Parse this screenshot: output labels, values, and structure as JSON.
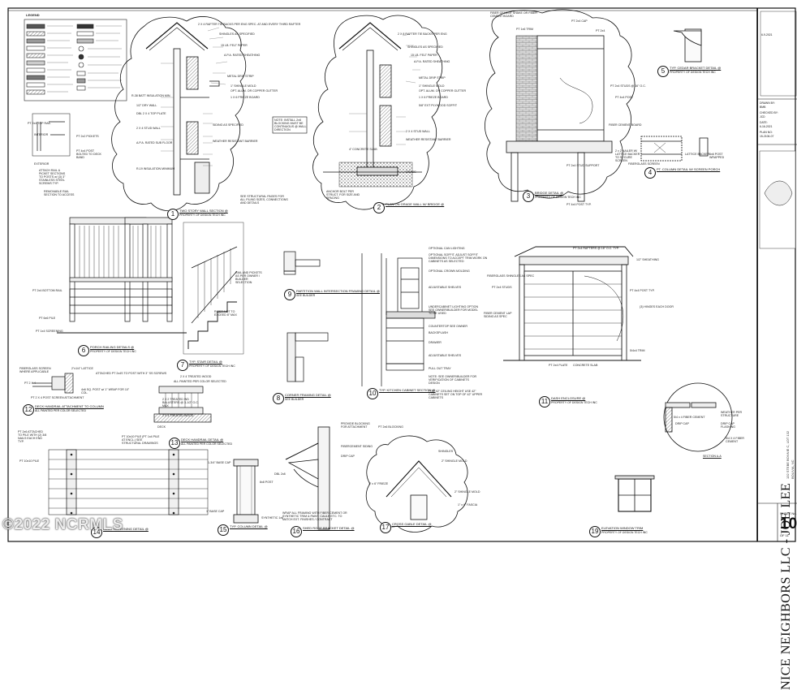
{
  "sheet": {
    "project_title": "NICE NEIGHBORS LLC - JOE LEE",
    "project_address_1": "132 STEBE BONNIE C, LOT 132",
    "project_address_2": "BOLIVIA, NC",
    "drawn_by_label": "DRAWN BY:",
    "drawn_by": "BMB",
    "checked_by_label": "CHECKED BY:",
    "checked_by": "JCD",
    "date_label": "DATE:",
    "date": "6-16-2021",
    "plan_no_label": "PLAN NO:",
    "plan_no": "15-2106-07",
    "rev_date": "6-9-2021",
    "sheet_no_label": "SHEET No.",
    "sheet_no": "10",
    "sheet_of": "OF 11",
    "watermark": "©2022 NCRMLS"
  },
  "details": [
    {
      "num": "1",
      "title": "TWO STORY WALL SECTION @",
      "sub": "PROPERTY OF DESIGN TECH INC"
    },
    {
      "num": "2",
      "title": "PLAN ON GRADE WALL W/ BRIDGE @",
      "sub": ""
    },
    {
      "num": "3",
      "title": "BRIDGE DETAIL @",
      "sub": "PROPERTY OF DESIGN TECH INC"
    },
    {
      "num": "4",
      "title": "PT. COLUMN DETAIL W/ SCREEN PORCH",
      "sub": ""
    },
    {
      "num": "5",
      "title": "TYP. CEDAR BRACKET DETAIL @",
      "sub": "PROPERTY OF DESIGN TECH INC"
    },
    {
      "num": "6",
      "title": "PORCH RAILING DETAILS @",
      "sub": "PROPERTY OF DESIGN TECH INC"
    },
    {
      "num": "7",
      "title": "TYP. STAIR DETAIL @",
      "sub": "PROPERTY OF DESIGN TECH INC"
    },
    {
      "num": "8",
      "title": "CORNER FRAMING DETAIL @",
      "sub": "SEE BUILDER"
    },
    {
      "num": "9",
      "title": "PARTITION WALL INTERSECTION FRAMING DETAIL @",
      "sub": "SEE BUILDER"
    },
    {
      "num": "10",
      "title": "TYP. KITCHEN CABINET SECTION @",
      "sub": ""
    },
    {
      "num": "11",
      "title": "DASH ENCLOSURE @",
      "sub": "PROPERTY OF DESIGN TECH INC"
    },
    {
      "num": "12",
      "title": "DECK HANDRAIL ATTACHMENT TO COLUMN",
      "sub": "ALL PAINTED PER COLOR SELECTED"
    },
    {
      "num": "13",
      "title": "DECK HANDRAIL DETAIL @",
      "sub": "ALL PAINTED PER COLOR SELECTED"
    },
    {
      "num": "14",
      "title": "DECK SCREENING DETAIL @",
      "sub": ""
    },
    {
      "num": "15",
      "title": "TYP. COLUMN DETAIL @",
      "sub": ""
    },
    {
      "num": "16",
      "title": "SHED ROOF BRACKET DETAIL @",
      "sub": ""
    },
    {
      "num": "17",
      "title": "CROSS GABLE DETAIL @",
      "sub": ""
    },
    {
      "num": "19",
      "title": "ELEVATION WINDOW TRIM",
      "sub": "PROPERTY OF DESIGN TECH INC"
    }
  ],
  "notes": {
    "wall1_top": "2 X 4 RAFTER TIE BACKS PER ENG SPEC. AT AND EVERY THIRD RAFTER",
    "wall1_a": "SHINGLES AS SPECIFIED",
    "wall1_b": "15 LB. FELT PAPER",
    "wall1_c": "A.P.A. RATED SHEATHING",
    "wall1_d": "METAL DRIP STRIP",
    "wall1_e": "1\" SHINGLE MOLD",
    "wall1_f": "OPT. ALUM. OR COPPER GUTTER",
    "wall1_g": "1 X 6 FRIEZE BOARD",
    "wall1_h": "1/2\" DRY WALL",
    "wall1_i": "R-38 BATT INSULATION MIN.",
    "wall1_j": "SIDING AS SPECIFIED",
    "wall1_k": "WEATHER RESISTANT BARRIER",
    "wall1_l": "DBL 2 X 4 TOP PLATE",
    "wall1_m": "2 X 4 STUD WALL",
    "wall1_n": "A.P.A. RATED SUB FLOOR",
    "wall1_o": "R-19 INSULATION MINIMUM",
    "struct": "SEE STRUCTURAL PAGES FOR ALL FILING SIZES, CONNECTIONS AND DETAILS",
    "note_box": "NOTE: INSTALL 2x6 BLOCKING MUST BE CONTINUOUS @ WALL DIRECTION",
    "wall2_a": "2 X 8 RAFTER TIE BACKS PER ENG",
    "wall2_b": "SHINGLES AS SPECIFIED",
    "wall2_c": "15 LB. FELT PAPER",
    "wall2_d": "A.P.A. RATED SHEATHING",
    "wall2_e": "METAL DRIP STRIP",
    "wall2_f": "1\" SHINGLE MOLD",
    "wall2_g": "OPT. ALUM. OR COPPER GUTTER",
    "wall2_h": "1 X 6 FRIEZE BOARD",
    "wall2_i": "5/8\" EXT PLYWOOD SOFFIT",
    "wall2_j": "2 X 4 STUD WALL",
    "wall2_k": "WEATHER RESISTANT BARRIER",
    "wall2_l": "4\" CONCRETE SLAB",
    "wall2_m": "GRADE",
    "wall2_n": "ANCHOR BOLT PER STRUCT. FOR SIZE AND SPACING",
    "b3_a": "FIBER CEMENT SHAKE OR FIBER CEMENT BOARD",
    "b3_b": "PT 1x6 TRIM",
    "b3_c": "PT 2x4 CAP",
    "b3_d": "PT 2x4",
    "b3_e": "PT 2x4 STUDS @ 16\" O.C.",
    "b3_f": "PT 4x4 POST",
    "b3_g": "FIBER CEMENT BOARD",
    "b3_h": "PT 2x4 STUD SUPPORT",
    "b3_i": "PT 4x4 POST TYP.",
    "c4_a": "LATTICE BACKER",
    "c4_b": "2 x 2 NAILER W/ LATTICE BACKER TO SECURE SCREEN",
    "c4_c": "FIBERGLASS SCREEN",
    "c4_d": "6x6 POST WRAPPED",
    "r6_a": "PT 2x4 TOP RAIL",
    "r6_b": "PT 2x2 PICKETS",
    "r6_c": "PT 4x4 POST BOLTED TO DECK BAND",
    "r6_d": "ATTACH RAIL & PICKET SECTIONS TO POSTS w/ (3) 3\" STAINLESS STEEL SCREWS TYP.",
    "r6_e": "REMOVABLE RAIL SECTION TO ACCESS",
    "r6_f": "PT 2x4 BOTTOM RAIL",
    "r6_g": "PT 6x6 PILE",
    "r6_h": "PT 1x4 SCREENING",
    "r6_i": "INTERIOR",
    "r6_j": "EXTERIOR",
    "s7_a": "RAIL AND PICKETS AS PER OWNER / BUILDER SELECTION",
    "s7_b": "RISER NOT TO EXCEED 8\" MAX",
    "k10_a": "OPTIONAL CAN LIGHTING",
    "k10_b": "OPTIONAL SOFFIT. ADJUST SOFFIT DIMENSIONS TO ACCEPT TRIM WORK ON CABINETS AS SELECTED",
    "k10_c": "OPTIONAL CROWN MOLDING",
    "k10_d": "ADJUSTABLE SHELVES",
    "k10_e": "UNDERCABINET LIGHTING OPTION SEE OWNER/BUILDER FOR MODEL TO BE USED",
    "k10_f": "COUNTERTOP SEE OWNER",
    "k10_g": "BACKSPLASH",
    "k10_h": "DRAWER",
    "k10_i": "ADJUSTABLE SHELVES",
    "k10_j": "PULL OUT TRAY",
    "k10_k": "NOTE: SEE OWNER/BUILDER FOR VERIFICATION OF CABINETS DESIGN",
    "k10_l": "FOR 42\" CEILING HEIGHT USE 42\" CABINETS SET ON TOP OF 42\" UPPER CABINETS",
    "d11_a": "PT 2x4 RAFTERS @ 16\" O.C. TYP.",
    "d11_b": "1/2\" SHEATHING",
    "d11_c": "FIBERGLASS SHINGLES AS SPEC",
    "d11_d": "PT 2x4 STUDS",
    "d11_e": "PT 2x4 PLATE",
    "d11_f": "FIBER CEMENT LAP SIDING AS SPEC",
    "d11_g": "5/4x4 TRIM",
    "d11_h": "CONCRETE SLAB",
    "d11_i": "PT 4x4 POST TYP.",
    "d11_j": "(3) HINGES EACH DOOR",
    "h12_a": "FIBERGLASS SCREEN WHERE APPLICABLE",
    "h12_b": "2\"x1/4\" LATTICE",
    "h12_c": "ATTACHED PT 2x4S TO POST WITH 3\" SS SCREWS",
    "h12_d": "PT 2 X 4",
    "h12_e": "4x6 SQ. POST w/ 1\" WRAP FOR 10\" COL.",
    "h12_f": "PT 2 X 4 POST SCREEN ATTACHMENT",
    "h13_a": "2 X 4 TREATED WOOD",
    "h13_b": "ALL PAINTED PER COLOR SELECTED",
    "h13_c": "2 X 2 TREATED WD BALUSTERS @ 3-1/2\" O.C. MAX",
    "h13_d": "2 X 4 TREATED WOOD",
    "h13_e": "DECK",
    "s14_a": "PT 2x6 ATTACHED TO PILE WITH (2) 3/8 NAILS EACH END TYP.",
    "s14_b": "PT 10x10 PILE",
    "s14_c": "PT 10x10 PILE (PT 1x4 PILE AT ENCL.) SEE STRUCTURAL DRAWINGS",
    "c15_a": "1-3/4\" BASE CAP",
    "c15_b": "8x8 POST",
    "c15_c": "1\" BASE CAP",
    "c15_d": "SYNTHETIC 1x6",
    "b16_a": "PROVIDE BLOCKING FOR ATTACHMENT",
    "b16_b": "FIBERCEMENT SIDING",
    "b16_c": "DRIP CAP",
    "b16_d": "DBL 2x8",
    "b16_e": "WRAP ALL FRAMING WITH FIBER CEMENT OR SYNTHETIC TRIM & PAINT. CAULK ETC. TO MATCH EXT. FINISHES / CONTRACT",
    "g17_a": "PT 2x6 BLOCKING",
    "g17_b": "SHINGLES",
    "g17_c": "2\" SHINGLE MOLD",
    "g17_d": "1\" x 6\" FRIEZE",
    "g17_e": "2\" SHINGLE MOLD",
    "g17_f": "1\" x 6\" FASCIA",
    "w19_a": "WEATHER PER STRUCTURE",
    "w19_b": "DRIP CAP FLASHING",
    "w19_c": "5/4 x 4 FIBER CEMENT",
    "w19_d": "DRIP CAP",
    "w19_e": "SECTION A-A",
    "w19_f": "5/4 X 4 FIBER CEMENT",
    "legend_title": "LEGEND"
  }
}
